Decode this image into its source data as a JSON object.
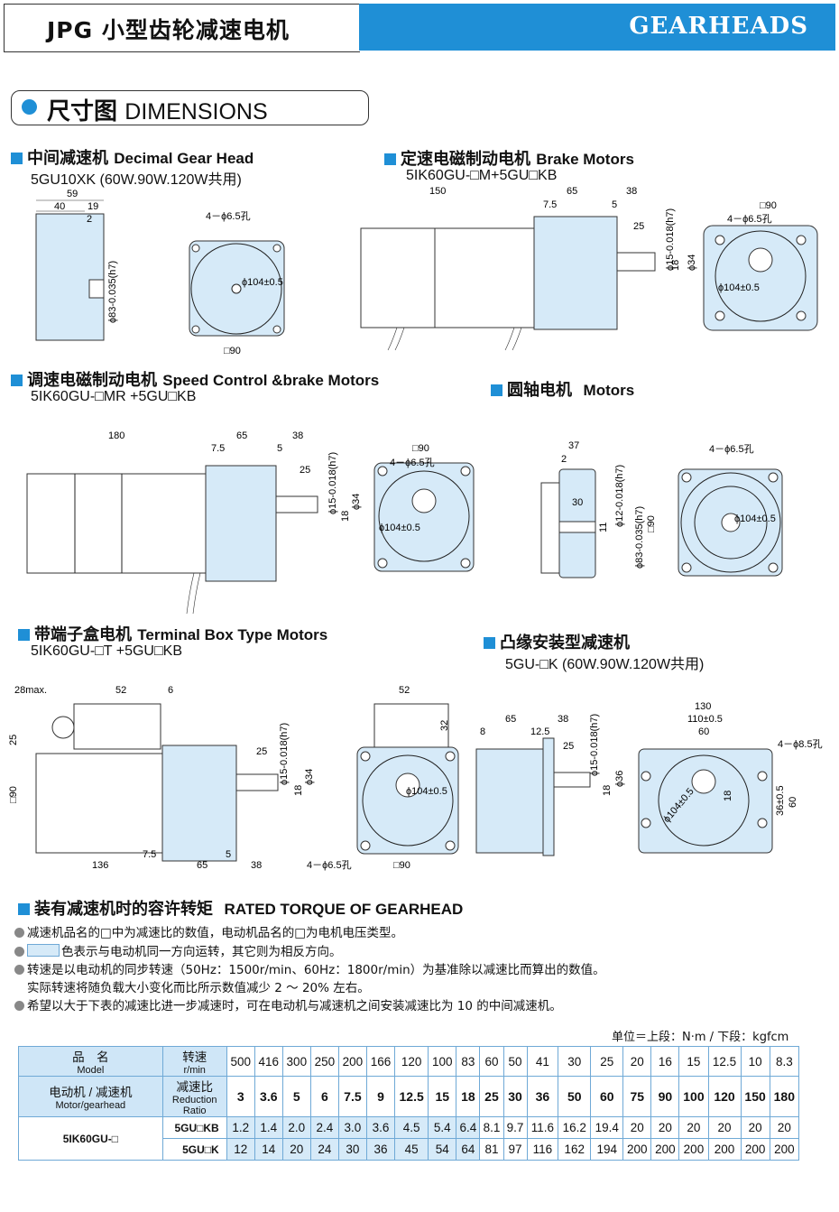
{
  "header": {
    "title": "JPG 小型齿轮减速电机",
    "brand": "GEARHEADS"
  },
  "dimensions_title": {
    "cn": "尺寸图",
    "en": "DIMENSIONS"
  },
  "sections": {
    "decimal": {
      "cn": "中间减速机",
      "en": "Decimal Gear Head",
      "model": "5GU10XK (60W.90W.120W共用)"
    },
    "brake": {
      "cn": "定速电磁制动电机",
      "en": "Brake Motors",
      "model": "5IK60GU-□M+5GU□KB"
    },
    "speed": {
      "cn": "调速电磁制动电机",
      "en": "Speed Control &brake Motors",
      "model": "5IK60GU-□MR +5GU□KB"
    },
    "round": {
      "cn": "圆轴电机",
      "en": "Motors"
    },
    "terminal": {
      "cn": "带端子盒电机",
      "en": "Terminal Box Type Motors",
      "model": "5IK60GU-□T +5GU□KB"
    },
    "flange": {
      "cn": "凸缘安装型减速机",
      "model": "5GU-□K (60W.90W.120W共用)"
    }
  },
  "torque": {
    "title_cn": "装有减速机时的容许转矩",
    "title_en": "RATED TORQUE OF GEARHEAD",
    "notes": [
      "减速机品名的□中为减速比的数值，电动机品名的□为电机电压类型。",
      "色表示与电动机同一方向运转，其它则为相反方向。",
      "转速是以电动机的同步转速（50Hz：1500r/min、60Hz：1800r/min）为基准除以减速比而算出的数值。",
      "实际转速将随负载大小变化而比所示数值减少 2 ～ 20% 左右。",
      "希望以大于下表的减速比进一步减速时，可在电动机与减速机之间安装减速比为 10 的中间减速机。"
    ],
    "unit_note": "单位＝上段：N·m / 下段：kgfcm",
    "table": {
      "h_name_cn": "品　名",
      "h_name_en": "Model",
      "h_speed_cn": "转速",
      "h_speed_en": "r/min",
      "h_model_cn": "电动机 / 减速机",
      "h_model_en": "Motor/gearhead",
      "h_ratio_cn": "减速比",
      "h_ratio_en": "Reduction Ratio",
      "speeds": [
        "500",
        "416",
        "300",
        "250",
        "200",
        "166",
        "120",
        "100",
        "83",
        "60",
        "50",
        "41",
        "30",
        "25",
        "20",
        "16",
        "15",
        "12.5",
        "10",
        "8.3"
      ],
      "ratios": [
        "3",
        "3.6",
        "5",
        "6",
        "7.5",
        "9",
        "12.5",
        "15",
        "18",
        "25",
        "30",
        "36",
        "50",
        "60",
        "75",
        "90",
        "100",
        "120",
        "150",
        "180"
      ],
      "motor": "5IK60GU-□",
      "gear_kb": "5GU□KB",
      "gear_k": "5GU□K",
      "torque_nm": [
        "1.2",
        "1.4",
        "2.0",
        "2.4",
        "3.0",
        "3.6",
        "4.5",
        "5.4",
        "6.4",
        "8.1",
        "9.7",
        "11.6",
        "16.2",
        "19.4",
        "20",
        "20",
        "20",
        "20",
        "20",
        "20"
      ],
      "torque_kgfcm": [
        "12",
        "14",
        "20",
        "24",
        "30",
        "36",
        "45",
        "54",
        "64",
        "81",
        "97",
        "116",
        "162",
        "194",
        "200",
        "200",
        "200",
        "200",
        "200",
        "200"
      ]
    }
  },
  "colors": {
    "accent": "#1f8fd6",
    "light_blue": "#d6eaf8"
  }
}
